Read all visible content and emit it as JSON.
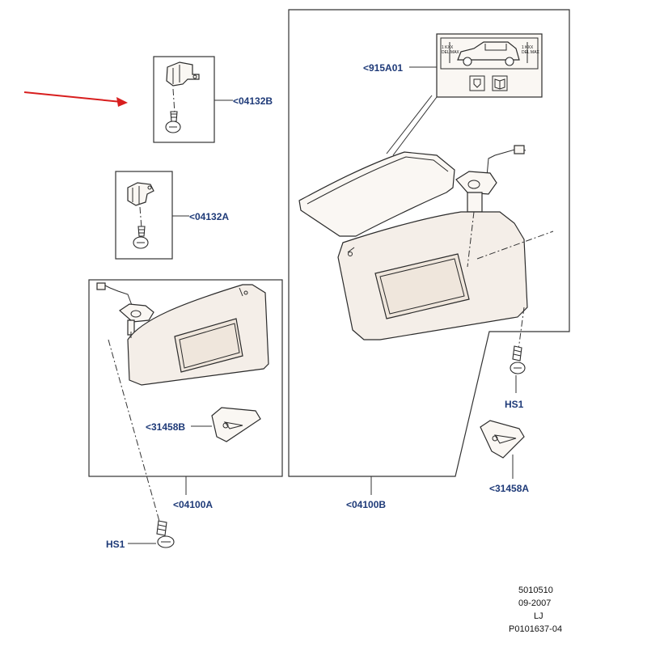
{
  "callouts": {
    "c04132B": "<04132B",
    "c04132A": "<04132A",
    "c915A01": "<915A01",
    "c31458B": "<31458B",
    "c04100A": "<04100A",
    "c04100B": "<04100B",
    "hs1_right": "HS1",
    "c31458A": "<31458A",
    "hs1_bottom": "HS1"
  },
  "warning_label": {
    "left_small": "1 KXX\nDEL MAX",
    "right_small": "1 KXX\nDEL MAX"
  },
  "footer": {
    "line1": "5010510",
    "line2": "09-2007",
    "line3": "LJ",
    "line4": "P0101637-04"
  },
  "colors": {
    "callout_text": "#1e3a78",
    "pointer_arrow": "#d81e1e",
    "line_art": "#2b2b2b",
    "part_fill": "#f4eee8"
  },
  "icons": {
    "pointer": "red-arrow-icon",
    "label_car": "vehicle-icon",
    "label_book": "manual-icon",
    "label_warning": "warning-icon"
  }
}
